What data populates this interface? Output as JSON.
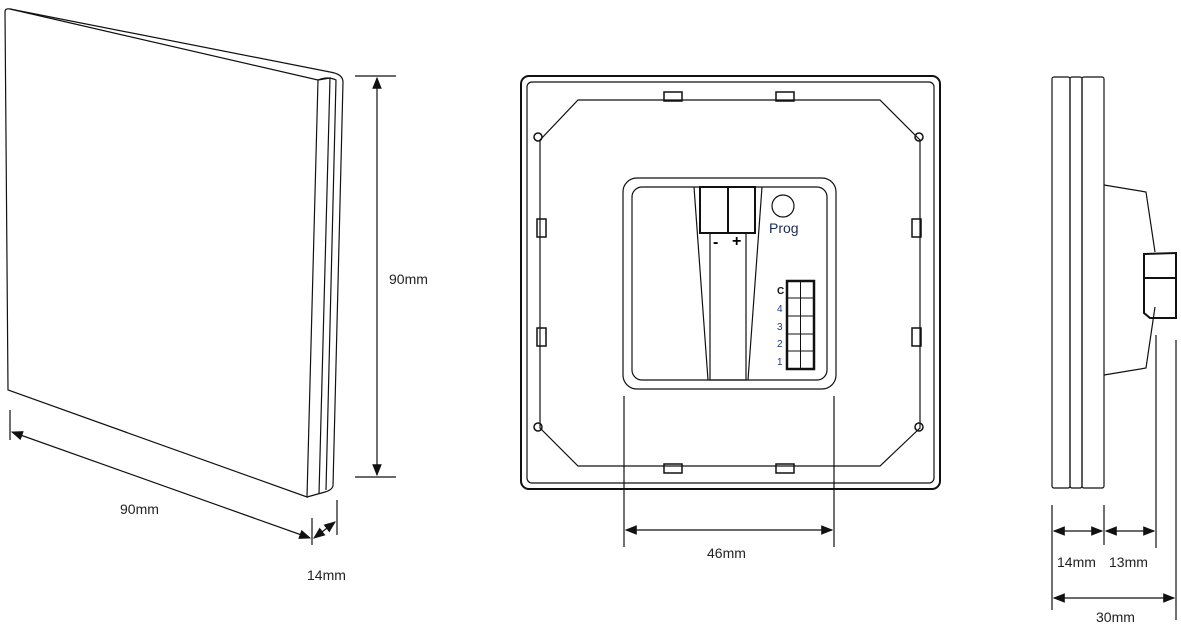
{
  "front_view": {
    "height_label": "90mm",
    "width_label": "90mm",
    "depth_label": "14mm"
  },
  "back_view": {
    "prog_label": "Prog",
    "minus_label": "-",
    "plus_label": "+",
    "terminal_labels": [
      "C",
      "4",
      "3",
      "2",
      "1"
    ],
    "spacing_label": "46mm"
  },
  "side_view": {
    "panel_label": "14mm",
    "base_label": "13mm",
    "total_label": "30mm"
  }
}
